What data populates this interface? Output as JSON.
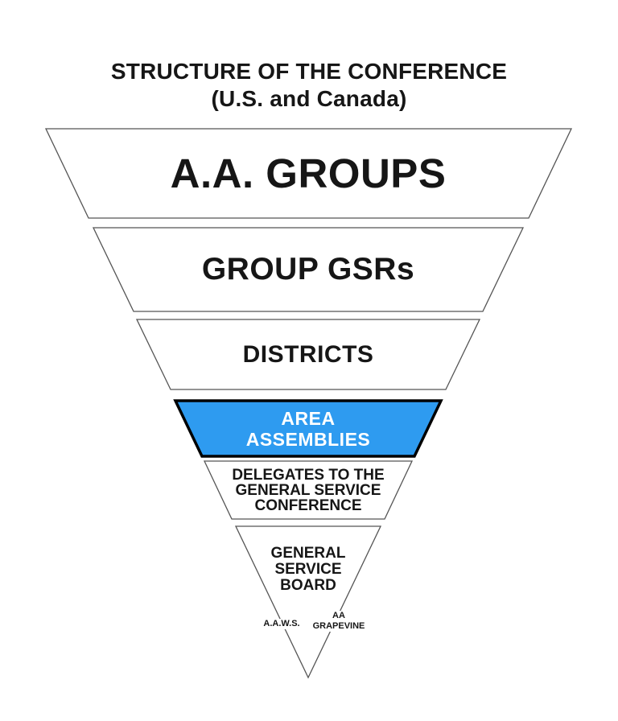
{
  "title": {
    "line1": "STRUCTURE OF THE CONFERENCE",
    "line2": "(U.S. and Canada)"
  },
  "pyramid": {
    "levels": [
      {
        "id": "aa-groups",
        "label": "A.A. GROUPS",
        "highlighted": false
      },
      {
        "id": "group-gsrs",
        "label": "GROUP GSRs",
        "highlighted": false
      },
      {
        "id": "districts",
        "label": "DISTRICTS",
        "highlighted": false
      },
      {
        "id": "area-assemblies",
        "label": "AREA\nASSEMBLIES",
        "highlighted": true
      },
      {
        "id": "delegates",
        "label": "DELEGATES TO THE\nGENERAL SERVICE\nCONFERENCE",
        "highlighted": false
      },
      {
        "id": "general-service-board",
        "label": "GENERAL\nSERVICE\nBOARD",
        "highlighted": false
      }
    ],
    "footnotes": [
      {
        "id": "aaws",
        "label": "A.A.W.S."
      },
      {
        "id": "grapevine",
        "label": "AA\nGRAPEVINE"
      }
    ]
  },
  "colors": {
    "background": "#FFFFFF",
    "outline": "#555555",
    "text": "#161616",
    "highlight_fill": "#2E9BF0",
    "highlight_border": "#000000",
    "highlight_text": "#FFFFFF"
  }
}
